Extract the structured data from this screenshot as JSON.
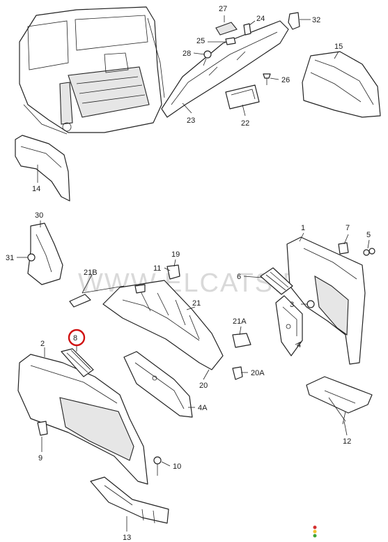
{
  "watermark": "WWW.ELCATS.RU",
  "highlighted_part": "8",
  "traffic_light_colors": [
    "#d32f2f",
    "#f2c12e",
    "#3fa535"
  ],
  "labels": {
    "p27": "27",
    "p24": "24",
    "p32": "32",
    "p25": "25",
    "p28": "28",
    "p15": "15",
    "p26": "26",
    "p23": "23",
    "p22": "22",
    "p14": "14",
    "p30": "30",
    "p31": "31",
    "p19": "19",
    "p11": "11",
    "p21B": "21B",
    "p1": "1",
    "p7": "7",
    "p5": "5",
    "p6": "6",
    "p3": "3",
    "p21": "21",
    "p21A": "21A",
    "p4": "4",
    "p8": "8",
    "p2": "2",
    "p20A": "20A",
    "p20": "20",
    "p4A": "4A",
    "p12": "12",
    "p9": "9",
    "p10": "10",
    "p13": "13"
  }
}
